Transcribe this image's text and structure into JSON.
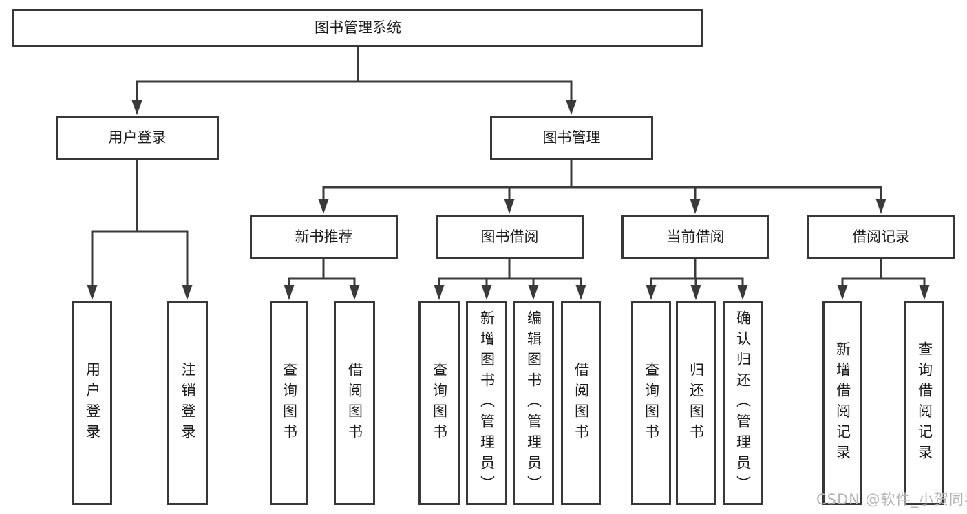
{
  "diagram_title": "图书管理系统",
  "colors": {
    "line": "#3a3a3a",
    "box_border": "#383838",
    "box_fill": "#ffffff",
    "text": "#1c1c1c",
    "watermark": "#b4b4b4",
    "background": "#ffffff"
  },
  "tree": {
    "root": {
      "label": "图书管理系统"
    },
    "branches": [
      {
        "label": "用户登录",
        "children": [
          {
            "label": "用户登录"
          },
          {
            "label": "注销登录"
          }
        ]
      },
      {
        "label": "图书管理",
        "children": [
          {
            "label": "新书推荐",
            "children": [
              {
                "label": "查询图书"
              },
              {
                "label": "借阅图书"
              }
            ]
          },
          {
            "label": "图书借阅",
            "children": [
              {
                "label": "查询图书"
              },
              {
                "label": "新增图书（管理员）"
              },
              {
                "label": "编辑图书（管理员）"
              },
              {
                "label": "借阅图书"
              }
            ]
          },
          {
            "label": "当前借阅",
            "children": [
              {
                "label": "查询图书"
              },
              {
                "label": "归还图书"
              },
              {
                "label": "确认归还（管理员）"
              }
            ]
          },
          {
            "label": "借阅记录",
            "children": [
              {
                "label": "新增借阅记录"
              },
              {
                "label": "查询借阅记录"
              }
            ]
          }
        ]
      }
    ]
  },
  "watermark": {
    "text": "CSDN @软件_小贺同学"
  }
}
